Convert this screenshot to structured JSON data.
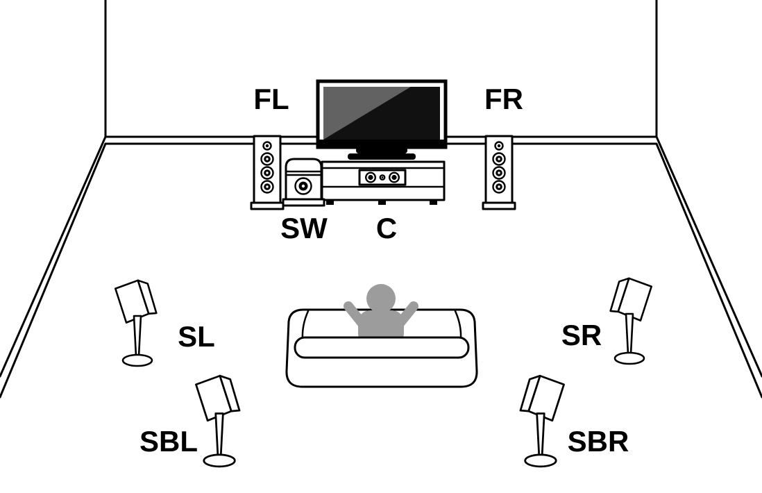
{
  "diagram": {
    "labels": {
      "fl": "FL",
      "fr": "FR",
      "sw": "SW",
      "c": "C",
      "sl": "SL",
      "sr": "SR",
      "sbl": "SBL",
      "sbr": "SBR"
    },
    "colors": {
      "line": "#000000",
      "background": "#ffffff",
      "person": "#9c9c9c",
      "tv_screen": "#111111"
    }
  }
}
